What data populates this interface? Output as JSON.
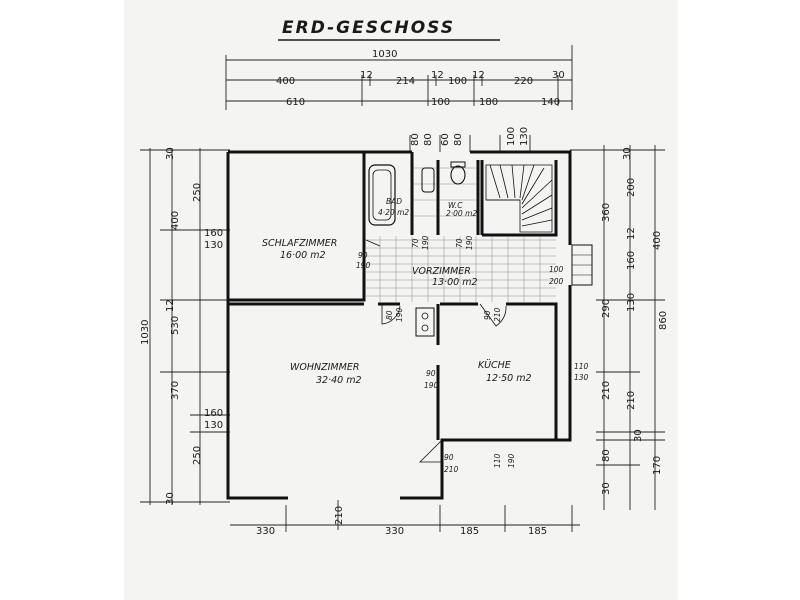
{
  "title": "ERD-GESCHOSS",
  "top_dims": {
    "overall": "1030",
    "row1": [
      "400",
      "12",
      "214",
      "12",
      "100",
      "12",
      "220",
      "30"
    ],
    "row2": [
      "610",
      "100",
      "180",
      "140"
    ],
    "openings": [
      "80",
      "80",
      "60",
      "80",
      "100",
      "130"
    ]
  },
  "left_dims": {
    "overall": "1030",
    "outer": [
      "400",
      "530",
      "370"
    ],
    "inner": [
      "30",
      "250",
      "160",
      "130",
      "12",
      "250",
      "160",
      "130",
      "30"
    ]
  },
  "right_dims": {
    "overall": "860",
    "outer": [
      "360",
      "290",
      "210",
      "80",
      "30",
      "170"
    ],
    "inner": [
      "200",
      "160",
      "12",
      "130",
      "210",
      "30",
      "400",
      "30"
    ]
  },
  "bottom_dims": [
    "330",
    "330",
    "185",
    "185"
  ],
  "bottom_opening": "210",
  "rooms": {
    "schlafzimmer": {
      "name": "SCHLAFZIMMER",
      "area": "16·00 m2"
    },
    "bad": {
      "name": "BAD",
      "area": "4·20 m2"
    },
    "wc": {
      "name": "W.C",
      "area": "2·00 m2"
    },
    "vorzimmer": {
      "name": "VORZIMMER",
      "area": "13·00 m2"
    },
    "wohnzimmer": {
      "name": "WOHNZIMMER",
      "area": "32·40 m2"
    },
    "kueche": {
      "name": "KÜCHE",
      "area": "12·50 m2"
    }
  },
  "door_labels": {
    "schlaf_door": [
      "90",
      "190"
    ],
    "bad_door": [
      "70",
      "190"
    ],
    "wc_door": [
      "70",
      "190"
    ],
    "wohn_door_top": [
      "80",
      "190"
    ],
    "kueche_door_top": [
      "90",
      "210"
    ],
    "wohn_kueche_door": [
      "90",
      "190"
    ],
    "kueche_side": [
      "110",
      "130"
    ],
    "entry": [
      "100",
      "200"
    ],
    "wohn_left": [
      "160",
      "130"
    ],
    "bottom_door": [
      "90",
      "210"
    ],
    "kueche_bottom": [
      "110",
      "190"
    ]
  }
}
